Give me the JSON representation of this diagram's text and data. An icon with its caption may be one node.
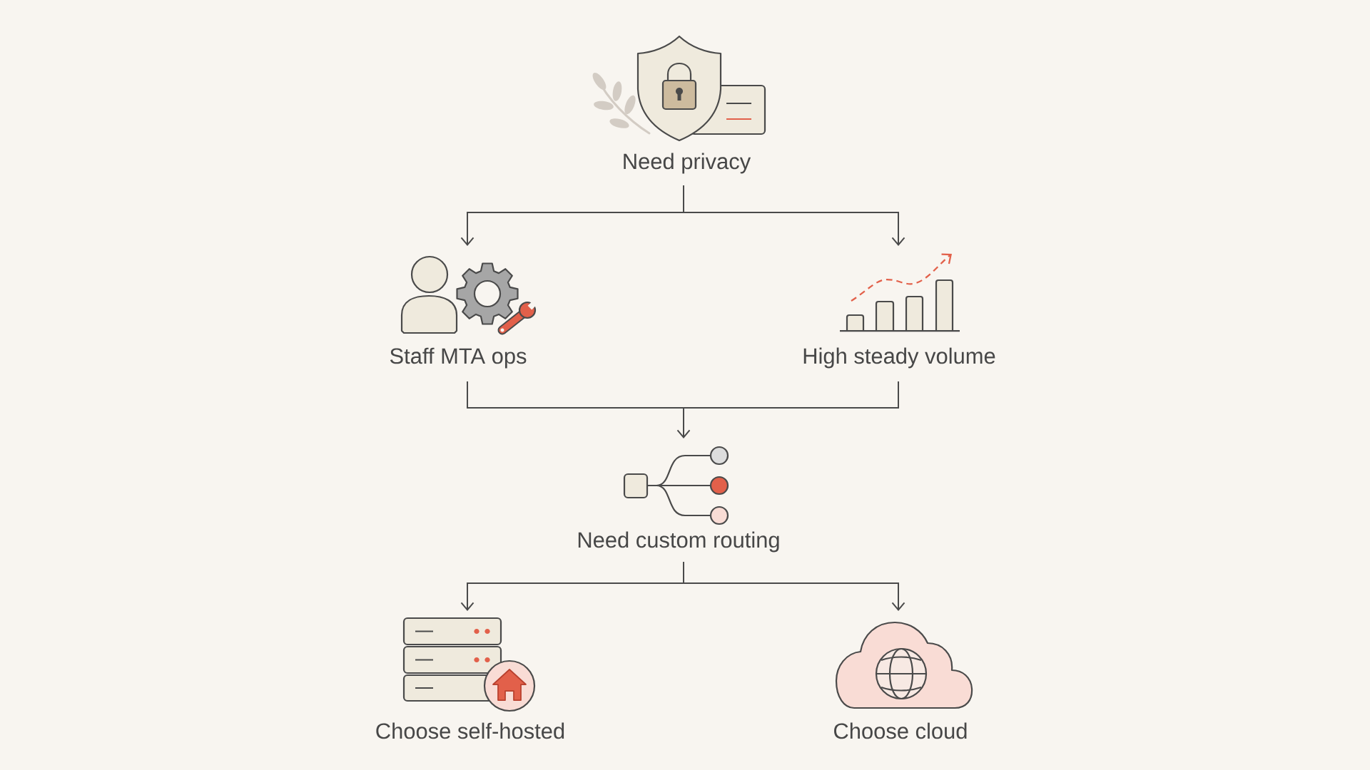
{
  "diagram": {
    "nodes": [
      {
        "text": [
          "Need privacy"
        ]
      },
      {
        "text": [
          "Staff MTA ops"
        ]
      },
      {
        "text": [
          "High steady volume"
        ]
      },
      {
        "text": [
          "Need custom routing"
        ]
      },
      {
        "text": [
          "Choose self-hosted"
        ]
      },
      {
        "text": [
          "Choose cloud"
        ]
      }
    ],
    "edges": [
      {
        "from": 0,
        "to": 1,
        "arrow": "to"
      },
      {
        "from": 0,
        "to": 2,
        "arrow": "to"
      },
      {
        "from": 1,
        "to": 3,
        "arrow": "to"
      },
      {
        "from": 2,
        "to": 3,
        "arrow": "to"
      },
      {
        "from": 3,
        "to": 4,
        "arrow": "to"
      },
      {
        "from": 3,
        "to": 5,
        "arrow": "to"
      }
    ]
  }
}
